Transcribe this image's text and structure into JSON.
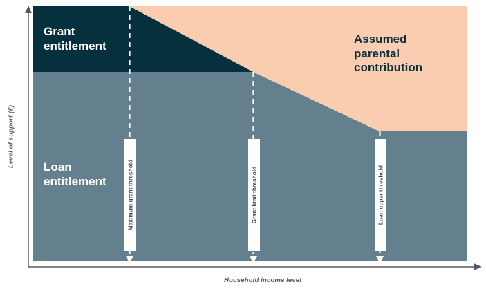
{
  "chart_data": {
    "type": "area",
    "title": "",
    "xlabel": "Household income level",
    "ylabel": "Level of support (£)",
    "grid": false,
    "legend_position": "inline-annotations",
    "axes": {
      "x_axis_arrow": true,
      "y_axis_arrow": true,
      "x_ticks": [],
      "y_ticks": []
    },
    "regions": [
      {
        "name": "Grant entitlement",
        "color": "#07303f",
        "description": "Dark navy band at top-left; constant full height until maximum grant threshold, then tapers linearly to zero at the grant limit threshold"
      },
      {
        "name": "Loan entitlement",
        "color": "#647f8e",
        "description": "Blue-grey region filling the lower portion across the full income range"
      },
      {
        "name": "Assumed parental contribution",
        "color": "#fbcdb0",
        "description": "Peach region growing from zero at the maximum grant threshold, increasing to a constant level beyond the loan upper threshold"
      }
    ],
    "series": [
      {
        "name": "Grant entitlement",
        "color": "#07303f",
        "x": [
          0,
          0.224,
          0.507,
          0.799,
          1.0
        ],
        "y": [
          1.0,
          1.0,
          0.741,
          0.741,
          0.741
        ],
        "baseline": [
          0.741,
          0.741,
          0.741,
          0.741,
          0.741
        ]
      },
      {
        "name": "Loan entitlement",
        "color": "#647f8e",
        "x": [
          0,
          0.224,
          0.507,
          0.799,
          1.0
        ],
        "y": [
          0.741,
          0.741,
          0.741,
          0.505,
          0.505
        ],
        "baseline": [
          0,
          0,
          0,
          0,
          0
        ]
      },
      {
        "name": "Assumed parental contribution",
        "color": "#fbcdb0",
        "x": [
          0.224,
          0.507,
          0.799,
          1.0
        ],
        "y": [
          1.0,
          1.0,
          1.0,
          1.0
        ],
        "baseline": [
          1.0,
          0.741,
          0.505,
          0.505
        ]
      }
    ],
    "thresholds": [
      {
        "name": "Maximum grant threshold",
        "x": 0.224,
        "px": 187
      },
      {
        "name": "Grant limit threshold",
        "x": 0.507,
        "px": 366
      },
      {
        "name": "Loan upper threshold",
        "x": 0.799,
        "px": 549
      }
    ]
  },
  "axes": {
    "y_title": "Level of support (£)",
    "x_title": "Household income level"
  },
  "regions": {
    "grant": "Grant\nentitlement",
    "loan": "Loan\nentitlement",
    "parental": "Assumed\nparental\ncontribution"
  },
  "thresholds": [
    {
      "label": "Maximum grant threshold"
    },
    {
      "label": "Grant limit threshold"
    },
    {
      "label": "Loan upper threshold"
    }
  ],
  "colors": {
    "grant_navy": "#07303f",
    "loan_grey_blue": "#647f8e",
    "parental_peach": "#fbcdb0",
    "axis_grey": "#58585b",
    "label_white": "#ffffff",
    "box_white": "#ffffff",
    "threshold_text": "#3f4b54"
  }
}
